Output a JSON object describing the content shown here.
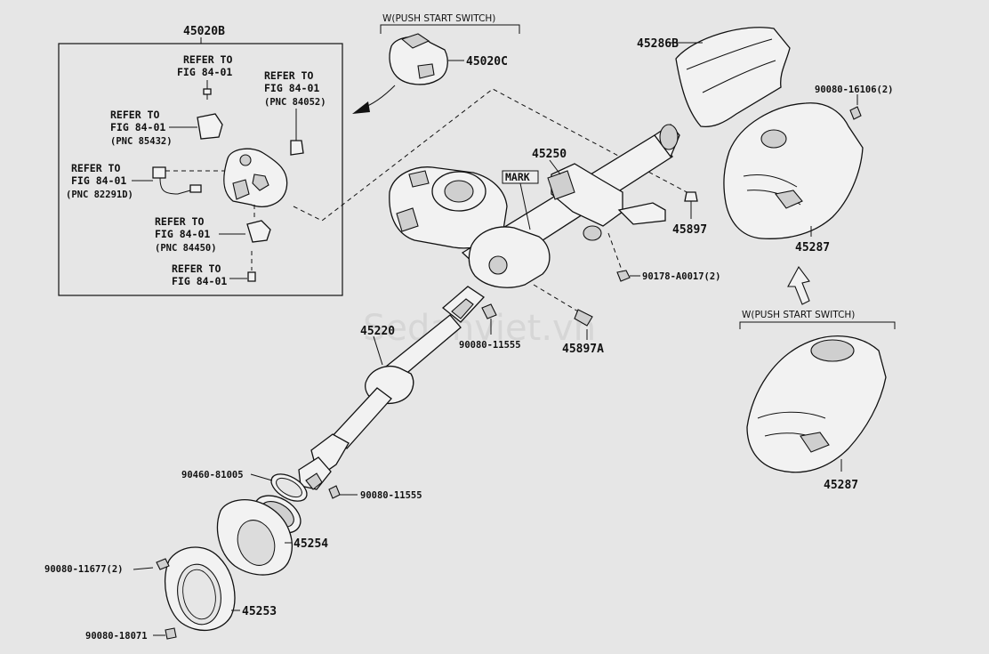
{
  "watermark": "Sedanviet.vn",
  "labels": {
    "p45020B": "45020B",
    "p45020C": "45020C",
    "p45286B": "45286B",
    "p90080_16106": "90080-16106(2)",
    "p45250": "45250",
    "mark": "MARK",
    "p45897": "45897",
    "p45287_top": "45287",
    "p90178": "90178-A0017(2)",
    "p45220": "45220",
    "p90080_11555_a": "90080-11555",
    "p45897A": "45897A",
    "p90460": "90460-81005",
    "p90080_11555_b": "90080-11555",
    "p45254": "45254",
    "p90080_11677": "90080-11677(2)",
    "p45253": "45253",
    "p90080_18071": "90080-18071",
    "p45287_bottom": "45287",
    "wpush_top": "W(PUSH START SWITCH)",
    "wpush_right": "W(PUSH START SWITCH)"
  },
  "refs": {
    "r1": [
      "REFER TO",
      "FIG 84-01",
      ""
    ],
    "r2": [
      "REFER TO",
      "FIG 84-01",
      "(PNC 84052)"
    ],
    "r3": [
      "REFER TO",
      "FIG 84-01",
      "(PNC 85432)"
    ],
    "r4": [
      "REFER TO",
      "FIG 84-01",
      "(PNC 82291D)"
    ],
    "r5": [
      "REFER TO",
      "FIG 84-01",
      "(PNC 84450)"
    ],
    "r6": [
      "REFER TO",
      "FIG 84-01",
      ""
    ]
  }
}
